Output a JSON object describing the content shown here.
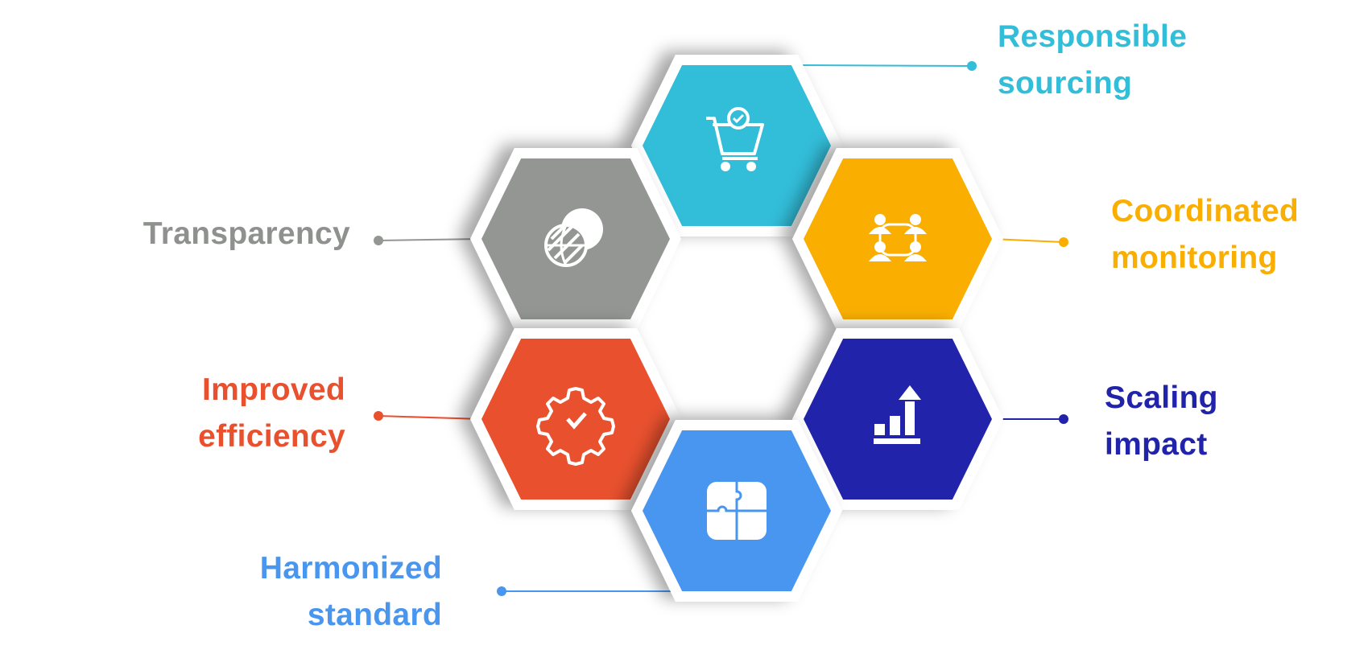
{
  "title": "Hexagon benefits diagram",
  "items": [
    {
      "id": "responsible-sourcing",
      "line1": "Responsible",
      "line2": "sourcing",
      "color": "#32bdd9",
      "icon": "shopping-cart-check-icon"
    },
    {
      "id": "transparency",
      "line1": "Transparency",
      "line2": "",
      "color": "#939693",
      "text_color": "#8f918f",
      "icon": "globe-overlap-icon"
    },
    {
      "id": "coordinated-monitoring",
      "line1": "Coordinated",
      "line2": "monitoring",
      "color": "#f9ae00",
      "icon": "people-network-icon"
    },
    {
      "id": "improved-efficiency",
      "line1": "Improved",
      "line2": "efficiency",
      "color": "#e9512e",
      "icon": "gear-check-icon"
    },
    {
      "id": "scaling-impact",
      "line1": "Scaling",
      "line2": "impact",
      "color": "#2124aa",
      "icon": "bar-chart-up-icon"
    },
    {
      "id": "harmonized-standard",
      "line1": "Harmonized",
      "line2": "standard",
      "color": "#4896f0",
      "icon": "puzzle-icon"
    }
  ]
}
